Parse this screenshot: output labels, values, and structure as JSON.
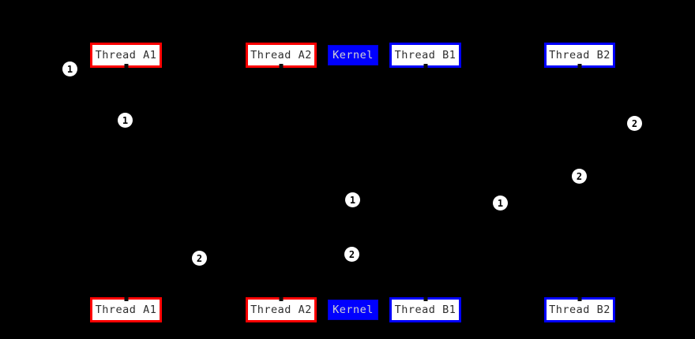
{
  "diagram_type": "sequence-diagram",
  "colors": {
    "background": "#000000",
    "thread_a_border": "#fe0000",
    "thread_b_border": "#0000fe",
    "participant_fill": "#ffffff",
    "participant_text": "#2e2e2e",
    "kernel_fill": "#0000fe",
    "kernel_text": "#d4d4d4",
    "badge_fill": "#ffffff",
    "badge_text": "#000000"
  },
  "participants": {
    "top": [
      {
        "label": "Thread A1"
      },
      {
        "label": "Thread A2"
      },
      {
        "label": "Kernel"
      },
      {
        "label": "Thread B1"
      },
      {
        "label": "Thread B2"
      }
    ],
    "bottom": [
      {
        "label": "Thread A1"
      },
      {
        "label": "Thread A2"
      },
      {
        "label": "Kernel"
      },
      {
        "label": "Thread B1"
      },
      {
        "label": "Thread B2"
      }
    ]
  },
  "badges": [
    {
      "value": "1"
    },
    {
      "value": "1"
    },
    {
      "value": "2"
    },
    {
      "value": "2"
    },
    {
      "value": "1"
    },
    {
      "value": "1"
    },
    {
      "value": "2"
    },
    {
      "value": "2"
    }
  ]
}
